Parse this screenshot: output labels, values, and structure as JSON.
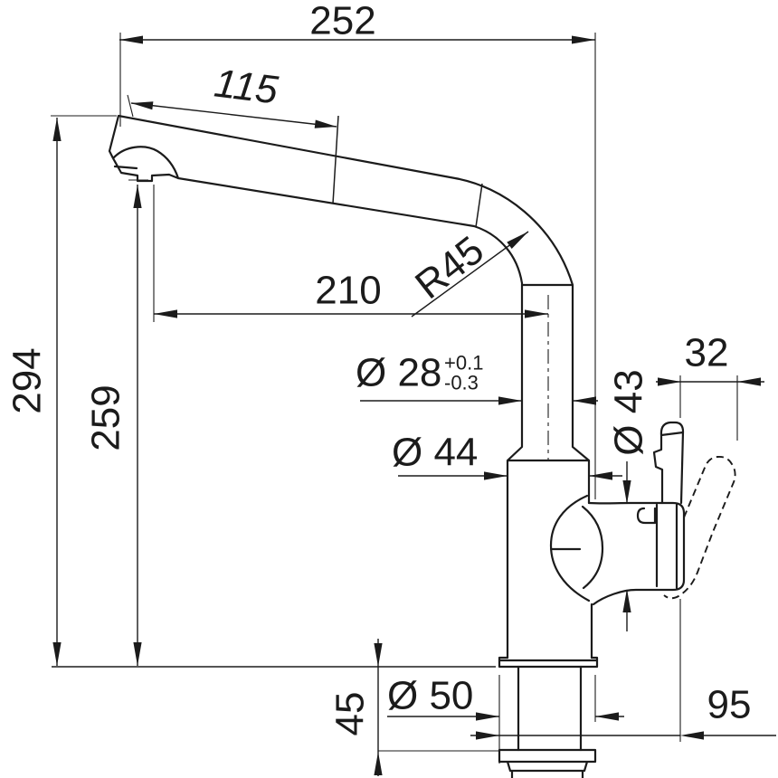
{
  "drawing": {
    "type": "faucet-technical-drawing",
    "background_color": "#ffffff",
    "line_color": "#1b1b1b",
    "labels": {
      "overall_depth": "252",
      "spray_head_length": "115",
      "spout_reach": "210",
      "bend_radius": "R45",
      "height_total": "294",
      "height_outlet": "259",
      "pipe_diameter": "Ø 28",
      "pipe_tol_plus": "+0.1",
      "pipe_tol_minus": "-0.3",
      "body_diameter": "Ø 44",
      "handle_housing_diameter": "Ø 43",
      "handle_offset": "32",
      "base_diameter": "Ø 50",
      "base_section_height": "45",
      "handle_reach": "95"
    }
  }
}
